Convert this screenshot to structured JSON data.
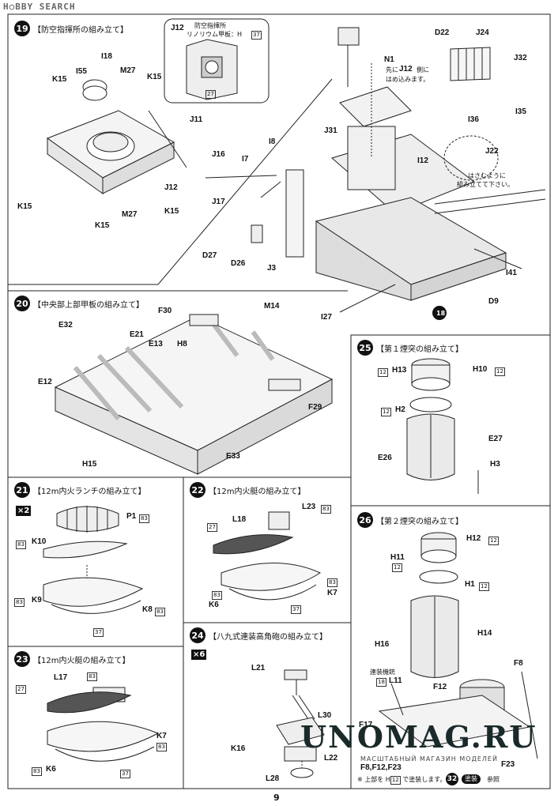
{
  "brand": "H○BBY SEARCH",
  "page_number": "9",
  "watermark": {
    "main": "UNOMAG.RU",
    "sub": "МАСШТАБНЫЙ МАГАЗИН МОДЕЛЕЙ"
  },
  "step19": {
    "number": "19",
    "title": "【防空指揮所の組み立て】",
    "callout_part": "J12",
    "callout_line1": "防空指揮所",
    "callout_line2": "リノリウム甲板：H",
    "callout_mat": "37",
    "callout_mat2": "27",
    "note1_part": "N1",
    "note1_text1": "先に",
    "note1_ref": "J12",
    "note1_text2": "側に",
    "note1_text3": "はめ込みます。",
    "note2_part": "J22",
    "note2_text1": "はさむように",
    "note2_text2": "組み立てて下さい。",
    "ref_step": "18",
    "labels": [
      "K15",
      "I55",
      "I18",
      "M27",
      "K15",
      "J11",
      "J12",
      "K15",
      "K15",
      "M27",
      "K15",
      "I8",
      "I7",
      "J16",
      "J17",
      "D27",
      "D26",
      "J3",
      "J31",
      "D22",
      "J24",
      "J32",
      "I36",
      "I35",
      "I12",
      "I41",
      "D9",
      "I27"
    ]
  },
  "step20": {
    "number": "20",
    "title": "【中央部上部甲板の組み立て】",
    "labels": [
      "F30",
      "M14",
      "H8",
      "E32",
      "E21",
      "E13",
      "E12",
      "F29",
      "H15",
      "E33"
    ]
  },
  "step21": {
    "number": "21",
    "title": "【12m内火ランチの組み立て】",
    "multiplier": "×2",
    "labels": [
      "P1",
      "K10",
      "K9",
      "K8"
    ],
    "mats": [
      "83",
      "83",
      "83",
      "83",
      "37"
    ]
  },
  "step22": {
    "number": "22",
    "title": "【12m内火艇の組み立て】",
    "labels": [
      "L23",
      "L18",
      "K7",
      "K6"
    ],
    "mats": [
      "83",
      "27",
      "83",
      "83",
      "37"
    ]
  },
  "step23": {
    "number": "23",
    "title": "【12m内火艇の組み立て】",
    "labels": [
      "L17",
      "K7",
      "K6"
    ],
    "mats": [
      "27",
      "83",
      "83",
      "83",
      "37"
    ]
  },
  "step24": {
    "number": "24",
    "title": "【八九式連装高角砲の組み立て】",
    "multiplier": "×6",
    "labels": [
      "L21",
      "L30",
      "K16",
      "L22",
      "L28"
    ]
  },
  "step25": {
    "number": "25",
    "title": "【第１煙突の組み立て】",
    "labels": [
      "H13",
      "H10",
      "H2",
      "E27",
      "E26",
      "H3"
    ],
    "mats": [
      "12",
      "12",
      "12"
    ]
  },
  "step26": {
    "number": "26",
    "title": "【第２煙突の組み立て】",
    "labels": [
      "H12",
      "H11",
      "H1",
      "H16",
      "H14",
      "F8",
      "F12",
      "L11",
      "F17",
      "F23"
    ],
    "mats": [
      "12",
      "12",
      "12",
      "18"
    ],
    "note_gun": "連装機銃",
    "bottom_parts": "F8,F12,F23",
    "bottom_note": "※ 上部を H",
    "bottom_note_mat": "12",
    "bottom_note_end": " で塗装します。",
    "ref_step": "32",
    "paint_label": "塗装",
    "ref_text": "参照"
  }
}
